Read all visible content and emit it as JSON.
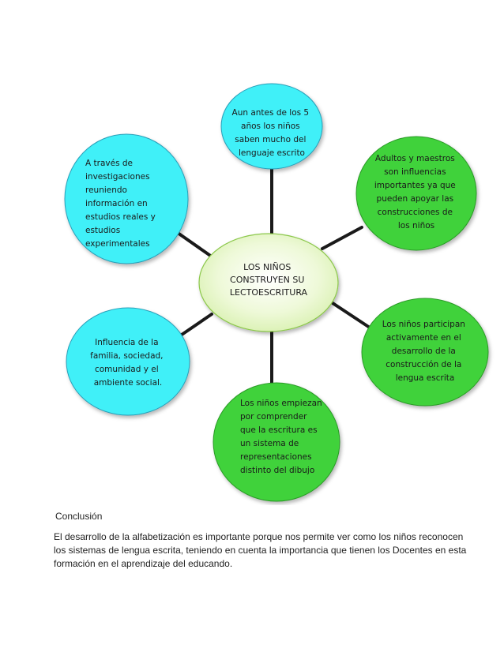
{
  "diagram": {
    "center": {
      "lines": [
        "LOS NIÑOS",
        "CONSTRUYEN SU",
        "LECTOESCRITURA"
      ]
    },
    "nodes": [
      {
        "id": "top",
        "fill": "#40f0f8",
        "lines": [
          "Aun antes de los 5",
          "años los niños",
          "saben mucho del",
          "lenguaje escrito"
        ]
      },
      {
        "id": "top-right",
        "fill": "#3fd23a",
        "lines": [
          "Adultos y maestros",
          "son influencias",
          "importantes ya que",
          "pueden apoyar las",
          "construcciones de",
          "los niños"
        ]
      },
      {
        "id": "bottom-right",
        "fill": "#3fd23a",
        "lines": [
          "Los niños participan",
          "activamente en el",
          "desarrollo de la",
          "construcción de la",
          "lengua escrita"
        ]
      },
      {
        "id": "bottom",
        "fill": "#3fd23a",
        "lines": [
          "Los niños empiezan",
          "por comprender",
          "que la escritura es",
          "un sistema de",
          "representaciones",
          "distinto del dibujo"
        ]
      },
      {
        "id": "bottom-left",
        "fill": "#40f0f8",
        "lines": [
          "Influencia de la",
          "familia, sociedad,",
          "comunidad y el",
          "ambiente social."
        ]
      },
      {
        "id": "top-left",
        "fill": "#40f0f8",
        "lines": [
          "A través de",
          "investigaciones",
          "reuniendo",
          "información en",
          "estudios reales y",
          "estudios",
          "experimentales"
        ]
      }
    ],
    "colors": {
      "cyan": "#40f0f8",
      "green": "#3fd23a",
      "center_fill": "#e6f7c6",
      "connector": "#1a1a1a"
    }
  },
  "conclusion": {
    "title": "Conclusión",
    "body": "El desarrollo de la alfabetización es importante porque nos permite ver como los niños reconocen los sistemas de lengua escrita, teniendo en cuenta la importancia que tienen los Docentes en esta formación en el aprendizaje del educando."
  }
}
